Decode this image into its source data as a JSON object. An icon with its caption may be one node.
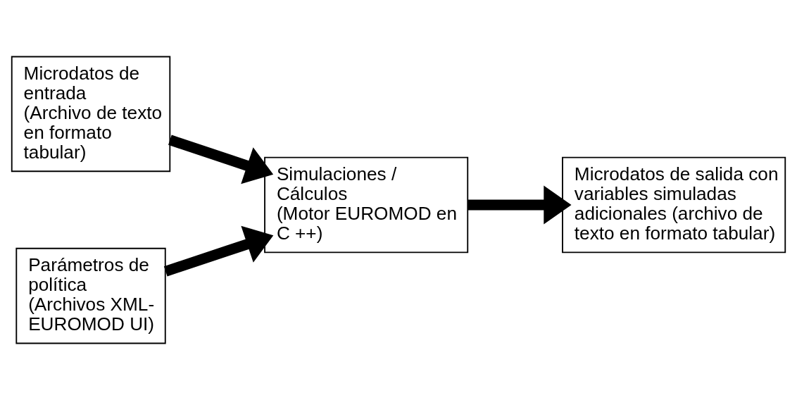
{
  "diagram": {
    "nodes": [
      {
        "text": [
          "Microdatos de entrada",
          "(Archivo de texto en formato tabular)"
        ]
      },
      {
        "text": [
          "Simulaciones / Cálculos",
          "(Motor EUROMOD en C ++)"
        ]
      },
      {
        "text": [
          "Microdatos de salida con variables simuladas adicionales (archivo de texto en formato tabular)"
        ]
      },
      {
        "text": [
          "Parámetros de política",
          "(Archivos XML- EUROMOD UI)"
        ]
      }
    ],
    "edges": [
      {
        "from": 0,
        "to": 1,
        "arrow": "to"
      },
      {
        "from": 3,
        "to": 1,
        "arrow": "to"
      },
      {
        "from": 1,
        "to": 2,
        "arrow": "to"
      }
    ]
  }
}
